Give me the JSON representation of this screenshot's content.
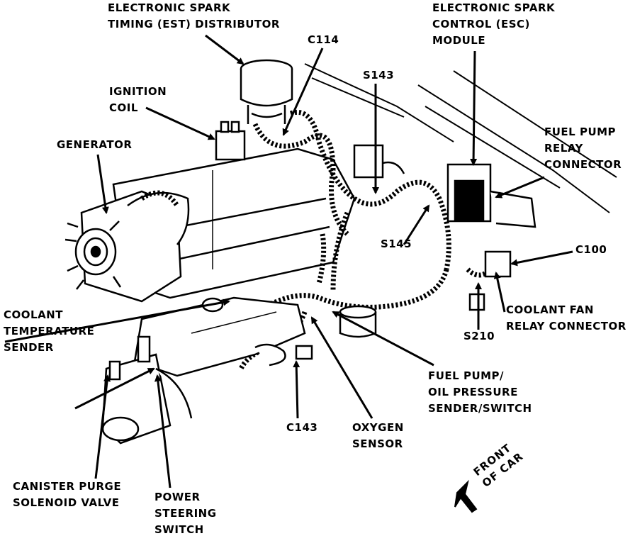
{
  "labels": {
    "est_distributor": [
      "ELECTRONIC SPARK",
      "TIMING (EST) DISTRIBUTOR"
    ],
    "esc_module": [
      "ELECTRONIC SPARK",
      "CONTROL (ESC)",
      "MODULE"
    ],
    "c114": "C114",
    "ignition_coil": [
      "IGNITION",
      "COIL"
    ],
    "s143": "S143",
    "generator": "GENERATOR",
    "fuel_pump_relay": [
      "FUEL PUMP",
      "RELAY",
      "CONNECTOR"
    ],
    "s145": "S145",
    "c100": "C100",
    "coolant_temp_sender": [
      "COOLANT",
      "TEMPERATURE",
      "SENDER"
    ],
    "coolant_fan_relay": [
      "COOLANT FAN",
      "RELAY CONNECTOR"
    ],
    "s210": "S210",
    "fuel_pump_oil_pressure": [
      "FUEL PUMP/",
      "OIL PRESSURE",
      "SENDER/SWITCH"
    ],
    "c143": "C143",
    "oxygen_sensor": [
      "OXYGEN",
      "SENSOR"
    ],
    "canister_purge": [
      "CANISTER PURGE",
      "SOLENOID VALVE"
    ],
    "power_steering": [
      "POWER",
      "STEERING",
      "SWITCH"
    ],
    "front_of_car": [
      "FRONT",
      "OF CAR"
    ]
  }
}
